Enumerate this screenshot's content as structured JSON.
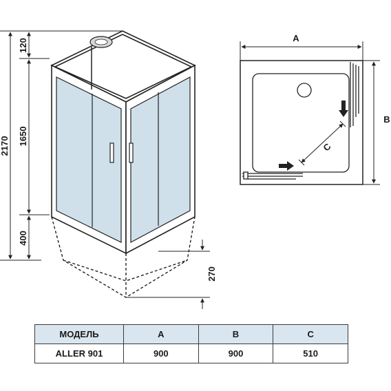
{
  "front_view": {
    "dims": {
      "total_height": "2170",
      "top": "120",
      "middle": "1650",
      "bottom": "400",
      "tray": "270"
    }
  },
  "plan_view": {
    "dims": {
      "a": "A",
      "b": "B",
      "c": "C"
    }
  },
  "table": {
    "headers": [
      "МОДЕЛЬ",
      "A",
      "B",
      "C"
    ],
    "rows": [
      [
        "ALLER 901",
        "900",
        "900",
        "510"
      ]
    ]
  },
  "colors": {
    "glass": "#cfe0ea",
    "header_fill": "#d9e6ef",
    "line": "#222222"
  }
}
